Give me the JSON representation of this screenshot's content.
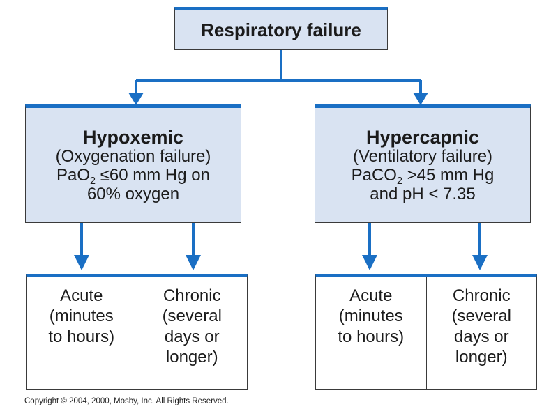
{
  "root": {
    "title": "Respiratory failure"
  },
  "branches": [
    {
      "heading": "Hypoxemic",
      "line1": "(Oxygenation failure)",
      "line2_pre": "PaO",
      "line2_sub": "2",
      "line2_post": " ≤60 mm Hg on",
      "line3": "60% oxygen",
      "types": [
        {
          "lines": [
            "Acute",
            "(minutes",
            "to hours)"
          ]
        },
        {
          "lines": [
            "Chronic",
            "(several",
            "days or",
            "longer)"
          ]
        }
      ]
    },
    {
      "heading": "Hypercapnic",
      "line1": "(Ventilatory failure)",
      "line2_pre": "PaCO",
      "line2_sub": "2",
      "line2_post": " >45 mm Hg",
      "line3": "and pH < 7.35",
      "types": [
        {
          "lines": [
            "Acute",
            "(minutes",
            "to hours)"
          ]
        },
        {
          "lines": [
            "Chronic",
            "(several",
            "days or",
            "longer)"
          ]
        }
      ]
    }
  ],
  "footer": {
    "copyright": "Copyright © 2004, 2000, Mosby, Inc. All Rights Reserved."
  },
  "colors": {
    "arrow": "#1a6fc4",
    "box_fill": "#d9e3f2",
    "accent_border": "#1a6fc4"
  }
}
